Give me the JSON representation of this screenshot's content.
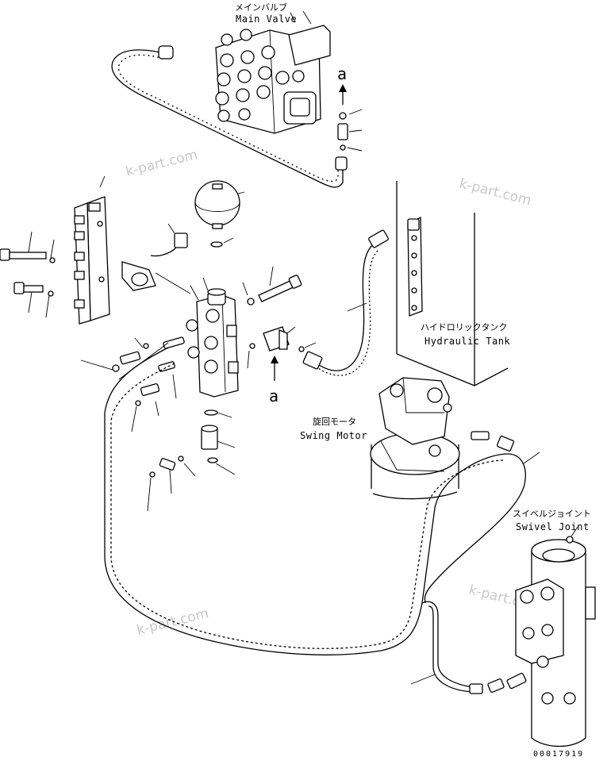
{
  "labels": {
    "main_valve_jp": "メインバルブ",
    "main_valve_en": "Main Valve",
    "hydraulic_tank_jp": "ハイドロリックタンク",
    "hydraulic_tank_en": "Hydraulic Tank",
    "swing_motor_jp": "旋回モータ",
    "swing_motor_en": "Swing Motor",
    "swivel_joint_jp": "スイベルジョイント",
    "swivel_joint_en": "Swivel Joint"
  },
  "view_markers": {
    "top": "a",
    "middle": "a"
  },
  "watermarks": [
    "k-part.com",
    "k-part.com",
    "k-part.com",
    "k-part.com"
  ],
  "drawing_number": "00017919"
}
